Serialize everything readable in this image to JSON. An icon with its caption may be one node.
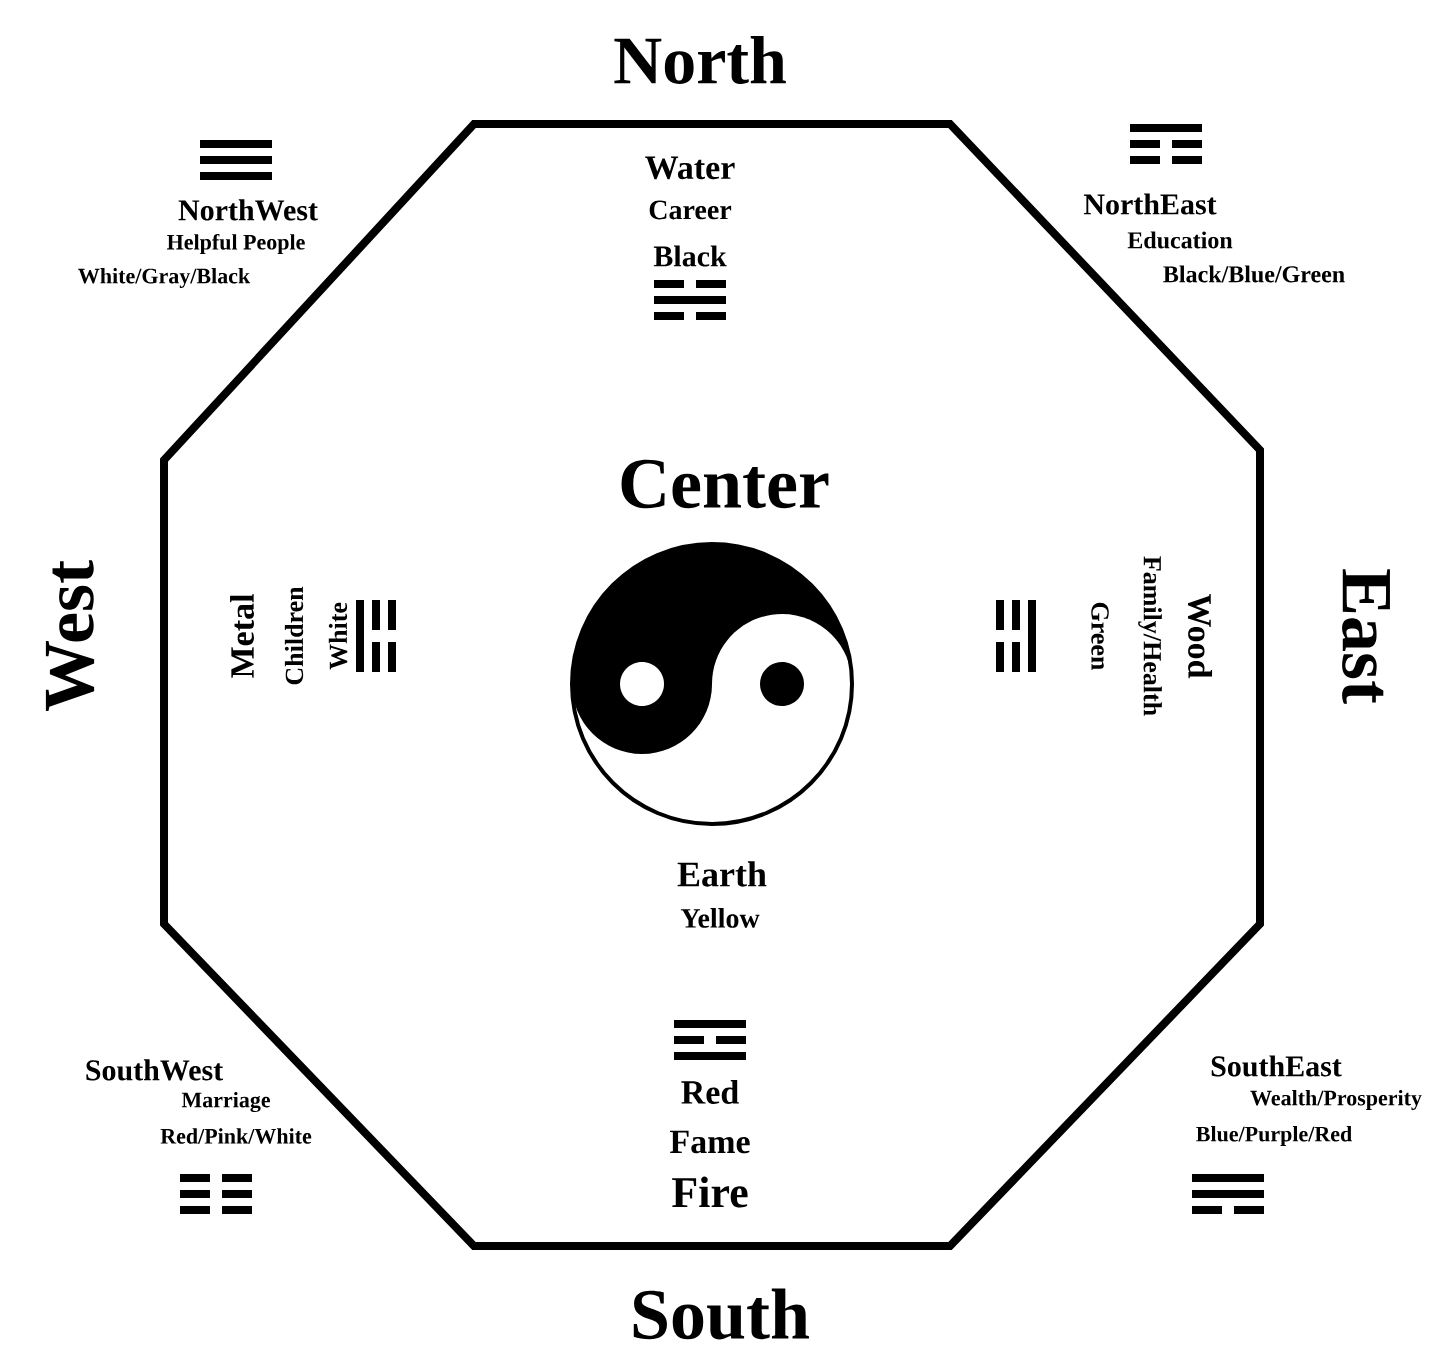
{
  "diagram": {
    "labels": [
      "North",
      "NorthWest",
      "Helpful People",
      "White/Gray/Black",
      "Water",
      "Career",
      "Black",
      "NorthEast",
      "Education",
      "Black/Blue/Green",
      "Center",
      "West",
      "Metal",
      "Children",
      "White",
      "Wood",
      "Family/Health",
      "Green",
      "East",
      "Earth",
      "Yellow",
      "SouthWest",
      "Marriage",
      "Red/Pink/White",
      "Red",
      "Fame",
      "Fire",
      "SouthEast",
      "Wealth/Prosperity",
      "Blue/Purple/Red",
      "South"
    ]
  }
}
